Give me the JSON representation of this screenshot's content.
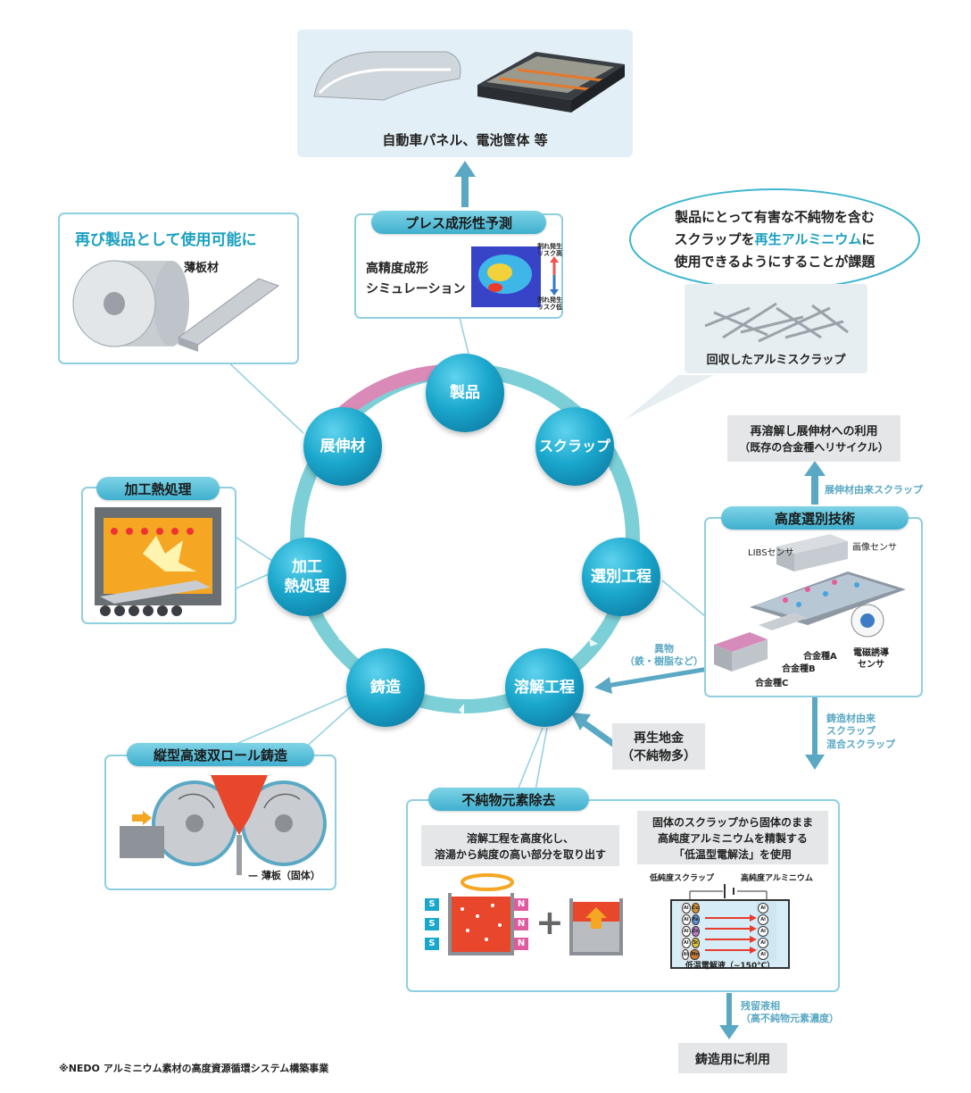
{
  "product_box": {
    "caption": "自動車パネル、電池筐体 等"
  },
  "press": {
    "tag": "プレス成形性予測",
    "line1": "高精度成形",
    "line2": "シミュレーション",
    "risk_high": "割れ発生\nリスク高",
    "risk_low": "割れ発生\nリスク低"
  },
  "reuse": {
    "title": "再び製品として使用可能に",
    "sheet_label": "薄板材"
  },
  "issue": {
    "line1": "製品にとって有害な不純物を含む",
    "line2_a": "スクラップを",
    "line2_b": "再生アルミニウム",
    "line2_c": "に",
    "line3": "使用できるようにすることが課題",
    "scrap_caption": "回収したアルミスクラップ"
  },
  "cycle": {
    "product": "製品",
    "scrap": "スクラップ",
    "sorting": "選別工程",
    "melting": "溶解工程",
    "casting": "鋳造",
    "heat": "加工\n熱処理",
    "wrought": "展伸材"
  },
  "remelt": {
    "line1": "再溶解し展伸材への利用",
    "line2": "（既存の合金種へリサイクル）",
    "arrow_label": "展伸材由来スクラップ"
  },
  "sorting_tech": {
    "tag": "高度選別技術",
    "libs": "LIBSセンサ",
    "image_sensor": "画像センサ",
    "alloy_a": "合金種A",
    "alloy_b": "合金種B",
    "alloy_c": "合金種C",
    "em_sensor": "電磁誘導\nセンサ"
  },
  "foreign": {
    "label": "異物\n（鉄・樹脂など）"
  },
  "cast_scrap": {
    "label": "鋳造材由来\nスクラップ\n混合スクラップ"
  },
  "ingot": {
    "line1": "再生地金",
    "line2": "（不純物多）"
  },
  "heat_panel": {
    "tag": "加工熱処理"
  },
  "casting_panel": {
    "tag": "縦型高速双ロール鋳造",
    "sheet": "薄板（固体）"
  },
  "impurity": {
    "tag": "不純物元素除去",
    "left_line1": "溶解工程を高度化し、",
    "left_line2": "溶湯から純度の高い部分を取り出す",
    "right_line1": "固体のスクラップから固体のまま",
    "right_line2": "高純度アルミニウムを精製する",
    "right_line3": "「低温型電解法」を使用",
    "low_purity": "低純度スクラップ",
    "high_purity": "高純度アルミニウム",
    "electrolyte": "低温電解液（~150℃）",
    "s": "S",
    "n": "N",
    "plus": "+",
    "elements_left": [
      "Cu",
      "Fe",
      "Zn",
      "Si",
      "Mn"
    ],
    "al": "Al"
  },
  "residual": {
    "label": "残留液相\n（高不純物元素濃度）"
  },
  "cast_use": {
    "label": "鋳造用に利用"
  },
  "footnote": "※NEDO アルミニウム素材の高度資源循環システム構築事業",
  "colors": {
    "cycle": "#6cc4cf",
    "pink": "#d98ab6",
    "arrow": "#5aa8c4",
    "accent": "#1aa0c0"
  }
}
